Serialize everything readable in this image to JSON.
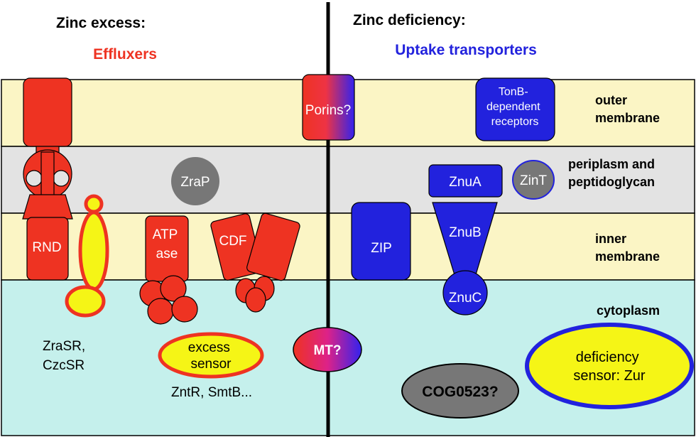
{
  "headings": {
    "left_title": "Zinc excess:",
    "left_subtitle": "Effluxers",
    "right_title": "Zinc deficiency:",
    "right_subtitle": "Uptake transporters"
  },
  "compartments": {
    "outer_membrane": [
      "outer",
      "membrane"
    ],
    "periplasm": [
      "periplasm and",
      "peptidoglycan"
    ],
    "inner_membrane": [
      "inner",
      "membrane"
    ],
    "cytoplasm": "cytoplasm"
  },
  "efflux": {
    "rnd": "RND",
    "atpase": [
      "ATP",
      "ase"
    ],
    "cdf": "CDF",
    "zrap": "ZraP",
    "two_component": [
      "ZraSR,",
      "CzcSR"
    ],
    "excess_sensor": [
      "excess",
      "sensor"
    ],
    "excess_regulators": "ZntR, SmtB..."
  },
  "uptake": {
    "tonb": [
      "TonB-",
      "dependent",
      "receptors"
    ],
    "znua": "ZnuA",
    "zint": "ZinT",
    "zip": "ZIP",
    "znub": "ZnuB",
    "znuc": "ZnuC",
    "deficiency_sensor": [
      "deficiency",
      "sensor: Zur"
    ],
    "cog": "COG0523?"
  },
  "shared": {
    "porins": "Porins?",
    "mt": "MT?"
  },
  "colors": {
    "efflux_red": "#ee3322",
    "uptake_blue": "#2222dd",
    "outer_membrane_bg": "#fbf5c5",
    "periplasm_bg": "#e3e3e3",
    "cytoplasm_bg": "#c5f0ec",
    "gray_protein": "#777777",
    "sensor_yellow": "#f5f516"
  }
}
